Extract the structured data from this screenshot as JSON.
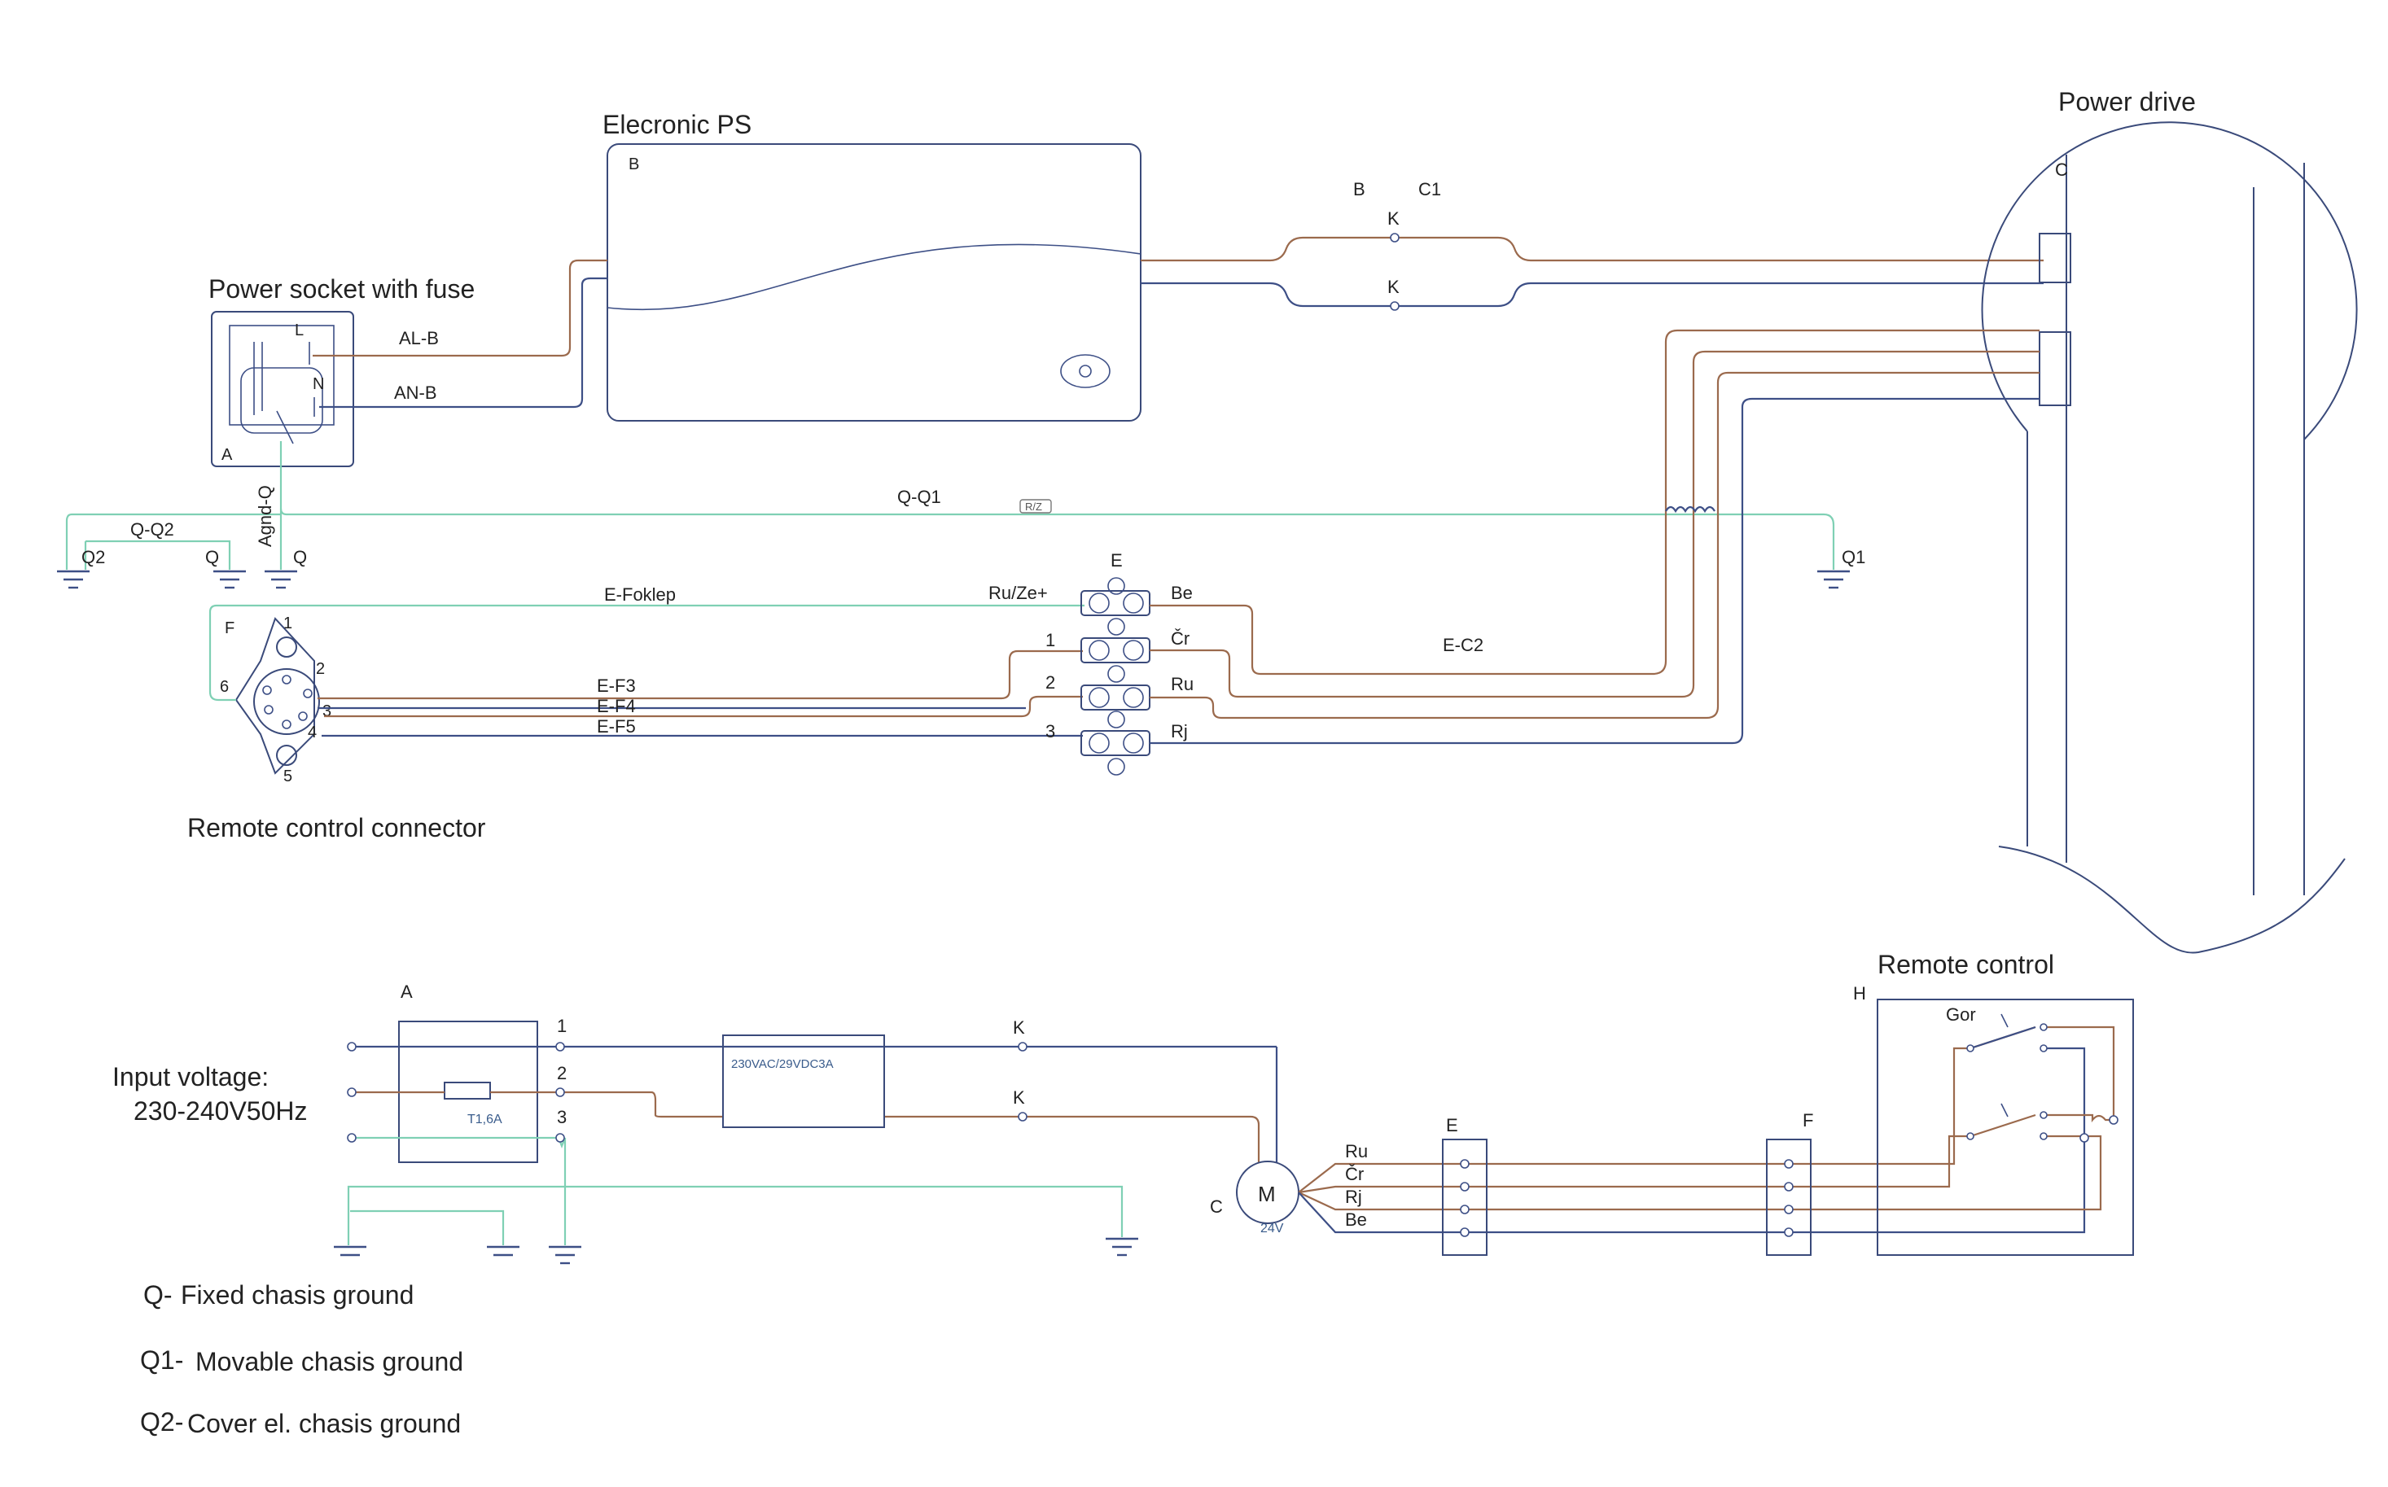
{
  "labels": {
    "electronic_ps": "Elecronic PS",
    "power_drive": "Power drive",
    "power_socket": "Power socket with fuse",
    "remote_connector": "Remote control connector",
    "remote_control": "Remote control",
    "input_voltage_1": "Input voltage:",
    "input_voltage_2": "230-240V50Hz",
    "legend_q_code": "Q-",
    "legend_q_text": "Fixed chasis ground",
    "legend_q1_code": "Q1-",
    "legend_q1_text": "Movable chasis ground",
    "legend_q2_code": "Q2-",
    "legend_q2_text": "Cover el. chasis ground"
  },
  "top": {
    "B": "B",
    "C": "C",
    "A": "A",
    "E": "E",
    "F": "F",
    "bc1_b": "B",
    "bc1_c1": "C1",
    "K1": "K",
    "K2": "K",
    "L": "L",
    "N": "N",
    "AL_B": "AL-B",
    "AN_B": "AN-B",
    "Q_Q1": "Q-Q1",
    "RZ": "R/Z",
    "Q_Q2": "Q-Q2",
    "Agnd_Q": "Agnd-Q",
    "Q2": "Q2",
    "Qa": "Q",
    "Qb": "Q",
    "Q1": "Q1",
    "E_Foklep": "E-Foklep",
    "RuZe": "Ru/Ze+",
    "E_C2": "E-C2",
    "E_F3": "E-F3",
    "E_F4": "E-F4",
    "E_F5": "E-F5",
    "t1": "1",
    "t2": "2",
    "t3": "3",
    "Be": "Be",
    "Cr": "Čr",
    "Ru": "Ru",
    "Rj": "Rj",
    "pin1": "1",
    "pin2": "2",
    "pin3": "3",
    "pin4": "4",
    "pin5": "5",
    "pin6": "6"
  },
  "bottom": {
    "A": "A",
    "n1": "1",
    "n2": "2",
    "n3": "3",
    "fuse": "T1,6A",
    "psu": "230VAC/29VDC3A",
    "K1": "K",
    "K2": "K",
    "M": "M",
    "C": "C",
    "v24": "24V",
    "E": "E",
    "F": "F",
    "H": "H",
    "Gor": "Gor",
    "Ru": "Ru",
    "Cr": "Čr",
    "Rj": "Rj",
    "Be": "Be"
  },
  "colors": {
    "blue": "#3d4f86",
    "brown": "#9b6a4d",
    "green": "#7fd0b4"
  }
}
